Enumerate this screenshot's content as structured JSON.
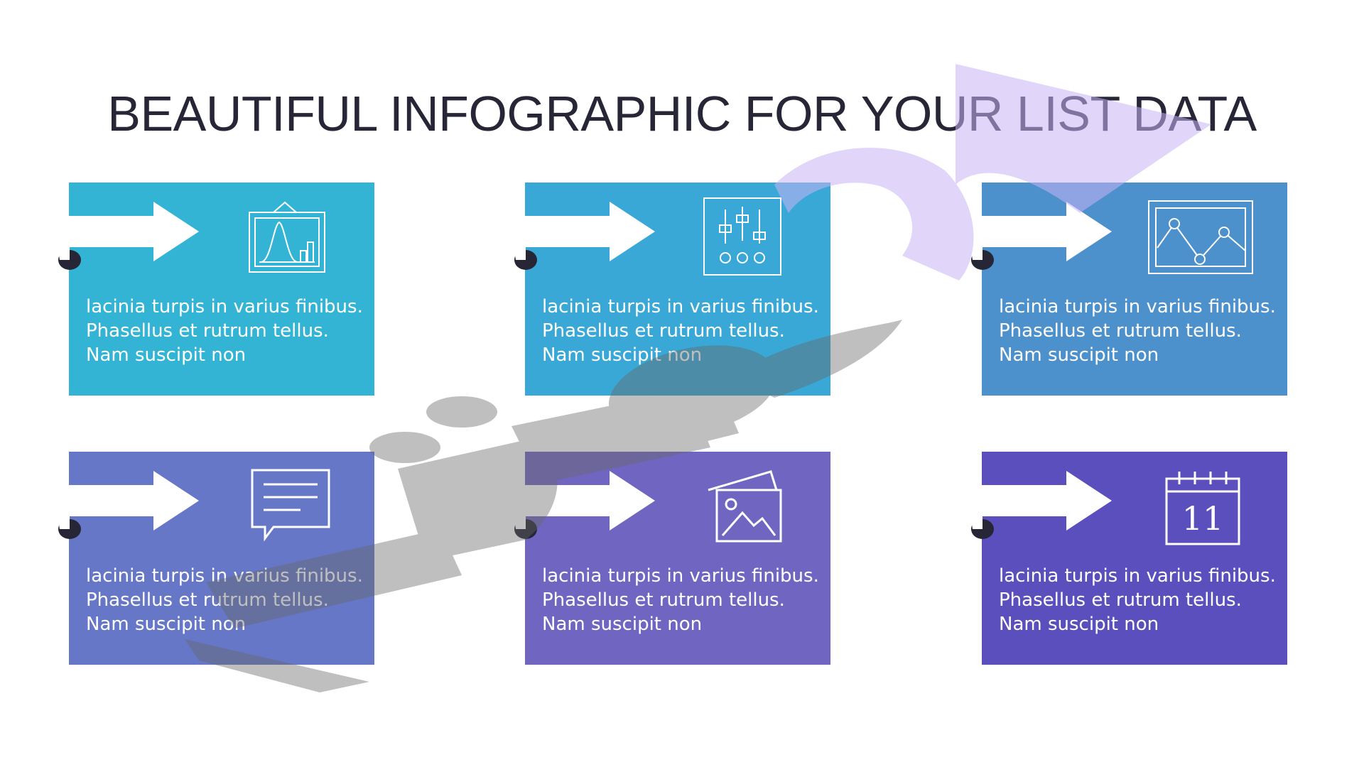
{
  "title": "BEAUTIFUL INFOGRAPHIC FOR YOUR LIST DATA",
  "colors": {
    "background": "#ffffff",
    "title": "#262636",
    "card_1": "#34b4d4",
    "card_2": "#3aa8d6",
    "card_3": "#4c90cc",
    "card_4": "#6677c8",
    "card_5": "#7066c2",
    "card_6": "#5b4fbd",
    "ribbon": "#ffffff",
    "ribbon_fold": "#262636",
    "watermark_grey": "#999999",
    "watermark_violet": "#c9b3f5"
  },
  "cards": [
    {
      "text": "lacinia turpis in varius finibus. Phasellus et rutrum tellus. Nam suscipit non",
      "icon": "easel-chart-icon"
    },
    {
      "text": "lacinia turpis in varius finibus. Phasellus et rutrum tellus. Nam suscipit non",
      "icon": "equalizer-sliders-icon"
    },
    {
      "text": "lacinia turpis in varius finibus. Phasellus et rutrum tellus. Nam suscipit non",
      "icon": "line-graph-icon"
    },
    {
      "text": "lacinia turpis in varius finibus. Phasellus et rutrum tellus. Nam suscipit non",
      "icon": "chat-bubble-icon"
    },
    {
      "text": "lacinia turpis in varius finibus. Phasellus et rutrum tellus. Nam suscipit non",
      "icon": "photos-icon"
    },
    {
      "text": "lacinia turpis in varius finibus. Phasellus et rutrum tellus. Nam suscipit non",
      "icon": "calendar-icon",
      "icon_label": "11"
    }
  ]
}
